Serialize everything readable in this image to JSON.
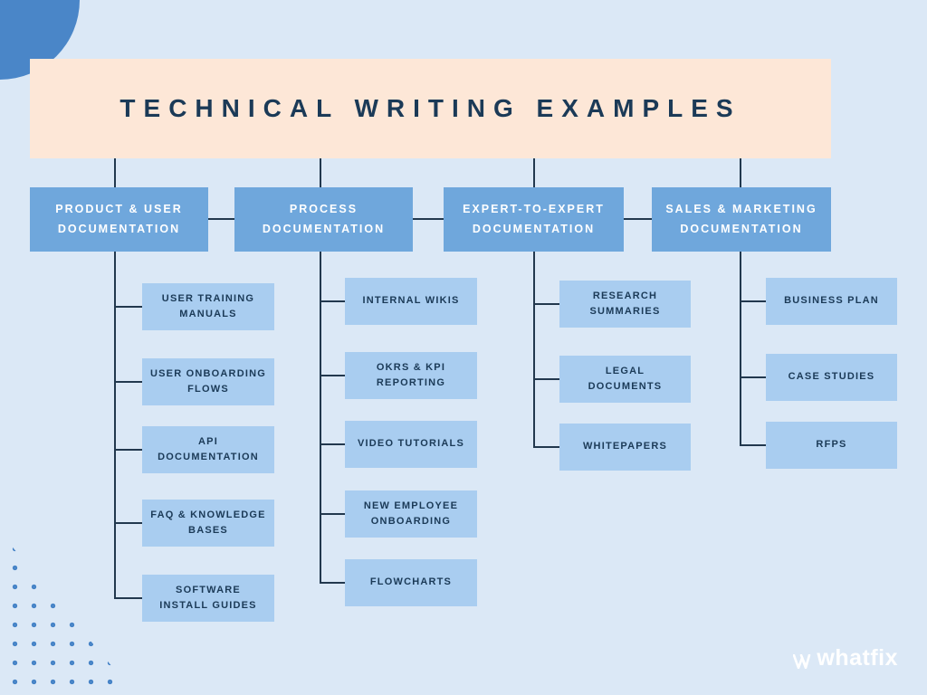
{
  "title": "TECHNICAL WRITING EXAMPLES",
  "brand": {
    "logo_text": "whatfix"
  },
  "colors": {
    "background": "#dbe8f6",
    "banner": "#fde7d7",
    "header_box": "#6fa7dc",
    "item_box": "#a9cdf0",
    "text_dark": "#1b3a57",
    "line": "#22384e",
    "accent": "#4a86c8"
  },
  "chart_type": "tree-diagram",
  "columns": [
    {
      "header": "PRODUCT & USER DOCUMENTATION",
      "items": [
        "USER TRAINING MANUALS",
        "USER ONBOARDING FLOWS",
        "API DOCUMENTATION",
        "FAQ & KNOWLEDGE BASES",
        "SOFTWARE INSTALL GUIDES"
      ]
    },
    {
      "header": "PROCESS DOCUMENTATION",
      "items": [
        "INTERNAL WIKIS",
        "OKRS & KPI REPORTING",
        "VIDEO TUTORIALS",
        "NEW EMPLOYEE ONBOARDING",
        "FLOWCHARTS"
      ]
    },
    {
      "header": "EXPERT-TO-EXPERT DOCUMENTATION",
      "items": [
        "RESEARCH SUMMARIES",
        "LEGAL DOCUMENTS",
        "WHITEPAPERS"
      ]
    },
    {
      "header": "SALES & MARKETING DOCUMENTATION",
      "items": [
        "BUSINESS PLAN",
        "CASE STUDIES",
        "RFPS"
      ]
    }
  ]
}
